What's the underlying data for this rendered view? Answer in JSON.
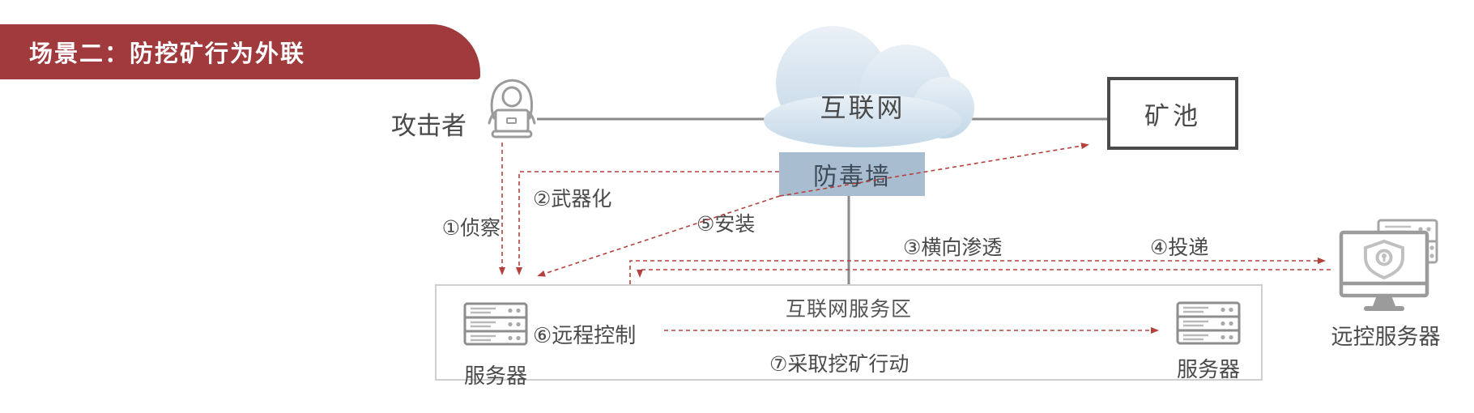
{
  "banner": {
    "title": "场景二：防挖矿行为外联"
  },
  "nodes": {
    "attacker": {
      "label": "攻击者",
      "icon": "hacker-icon"
    },
    "internet_cloud": {
      "label": "互联网",
      "icon": "cloud-shape"
    },
    "antivirus_wall": {
      "label": "防毒墙"
    },
    "mining_pool": {
      "label": "矿池"
    },
    "internet_service_zone": {
      "label": "互联网服务区"
    },
    "server_left": {
      "label": "服务器",
      "icon": "server-rack-icon"
    },
    "server_right": {
      "label": "服务器",
      "icon": "server-rack-icon"
    },
    "remote_control_server": {
      "label": "远控服务器",
      "icon": "remote-server-shield-icon"
    }
  },
  "steps": {
    "s1": {
      "label": "①侦察"
    },
    "s2": {
      "label": "②武器化"
    },
    "s3": {
      "label": "③横向渗透"
    },
    "s4": {
      "label": "④投递"
    },
    "s5": {
      "label": "⑤安装"
    },
    "s6": {
      "label": "⑥远程控制"
    },
    "s7": {
      "label": "⑦采取挖矿行动"
    }
  },
  "colors": {
    "banner_bg": "#a03a3d",
    "attack_line_red": "#b5413c",
    "connector_gray": "#8a8a8a",
    "firewall_fill": "#a9bdd1",
    "icon_gray": "#9b9b9b",
    "text_dark": "#4a4a4a"
  }
}
